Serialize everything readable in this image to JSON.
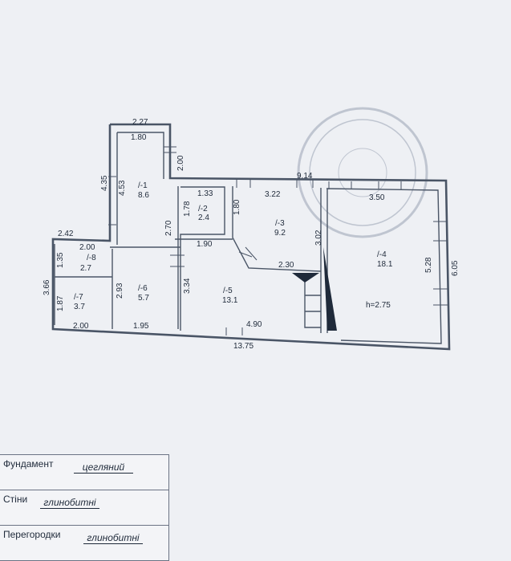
{
  "rooms": [
    {
      "id": "/-1",
      "area": "8.6"
    },
    {
      "id": "/-2",
      "area": "2.4"
    },
    {
      "id": "/-3",
      "area": "9.2"
    },
    {
      "id": "/-4",
      "area": "18.1"
    },
    {
      "id": "/-5",
      "area": "13.1"
    },
    {
      "id": "/-6",
      "area": "5.7"
    },
    {
      "id": "/-7",
      "area": "3.7"
    },
    {
      "id": "/-8",
      "area": "2.7"
    }
  ],
  "dimensions": {
    "top_227": "2.27",
    "r1_width": "1.80",
    "r1_side_200": "2.00",
    "left_435": "4.35",
    "r1_height": "4.53",
    "total_top": "9.14",
    "r2_width": "1.33",
    "r2_height": "1.78",
    "r3_left": "1.80",
    "r3_top": "3.22",
    "r4_top": "3.50",
    "r2_left": "2.70",
    "r5_top": "1.90",
    "r3_side": "3.02",
    "r5_inner": "2.30",
    "r4_height": "5.28",
    "right_total": "6.05",
    "left_242": "2.42",
    "r8_width": "2.00",
    "r8_height": "1.35",
    "left_total": "3.66",
    "r7_height": "1.87",
    "r6_height": "2.93",
    "r5_height": "3.34",
    "r7_bottom": "2.00",
    "r6_bottom": "1.95",
    "r5_bottom": "4.90",
    "total_bottom": "13.75"
  },
  "ceiling_height": "h=2.75",
  "legend": {
    "foundation_label": "Фундамент",
    "foundation_value": "цегляний",
    "walls_label": "Стіни",
    "walls_value": "глинобитні",
    "partitions_label": "Перегородки",
    "partitions_value": "глинобитні"
  },
  "colors": {
    "line": "#4a5566",
    "text": "#1f2a3a",
    "background": "#eef0f4"
  }
}
